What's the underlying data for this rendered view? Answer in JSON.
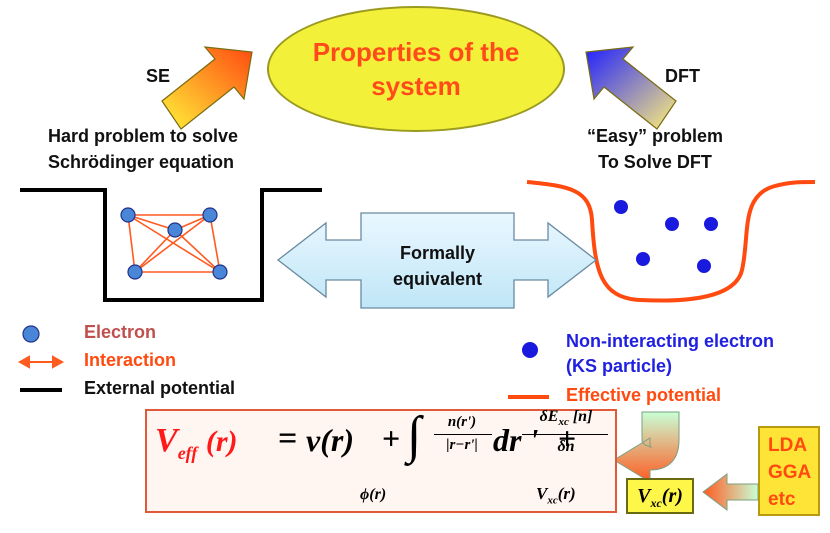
{
  "ellipse": {
    "line1": "Properties of the",
    "line2": "system"
  },
  "se": {
    "label": "SE",
    "line1": "Hard problem to solve",
    "line2": "Schrödinger equation"
  },
  "dft": {
    "label": "DFT",
    "line1": "“Easy” problem",
    "line2": "To Solve DFT"
  },
  "middle": {
    "line1": "Formally",
    "line2": "equivalent"
  },
  "legend_left": {
    "electron": "Electron",
    "interaction": "Interaction",
    "external": "External potential"
  },
  "legend_right": {
    "noninteracting": "Non-interacting electron",
    "ks": "(KS particle)",
    "effective": "Effective potential"
  },
  "formula": {
    "veff_V": "V",
    "veff_sub": "eff",
    "veff_r": "(r)",
    "equals": "=",
    "v_term": "v(r)",
    "plus1": "+",
    "integral": "∫",
    "num": "n(r')",
    "den": "|r−r'|",
    "dr": "dr '",
    "plus2": "+",
    "frac2_num": "δE",
    "frac2_num_sub": "xc",
    "frac2_num_tail": "[n]",
    "frac2_den": "δn",
    "phi": "ϕ(r)",
    "vxc_V": "V",
    "vxc_sub": "xc",
    "vxc_r": "(r)"
  },
  "vxc_box": {
    "V": "V",
    "sub": "xc",
    "r": "(r)"
  },
  "lda_box": {
    "line1": "LDA",
    "line2": "GGA",
    "line3": "etc"
  },
  "colors": {
    "ellipse_fill": "#f3f03a",
    "title_red": "#ff4a1a",
    "electron_blue": "#2a4fc9",
    "interaction_red": "#ff5a20",
    "ks_blue": "#2020e0"
  }
}
